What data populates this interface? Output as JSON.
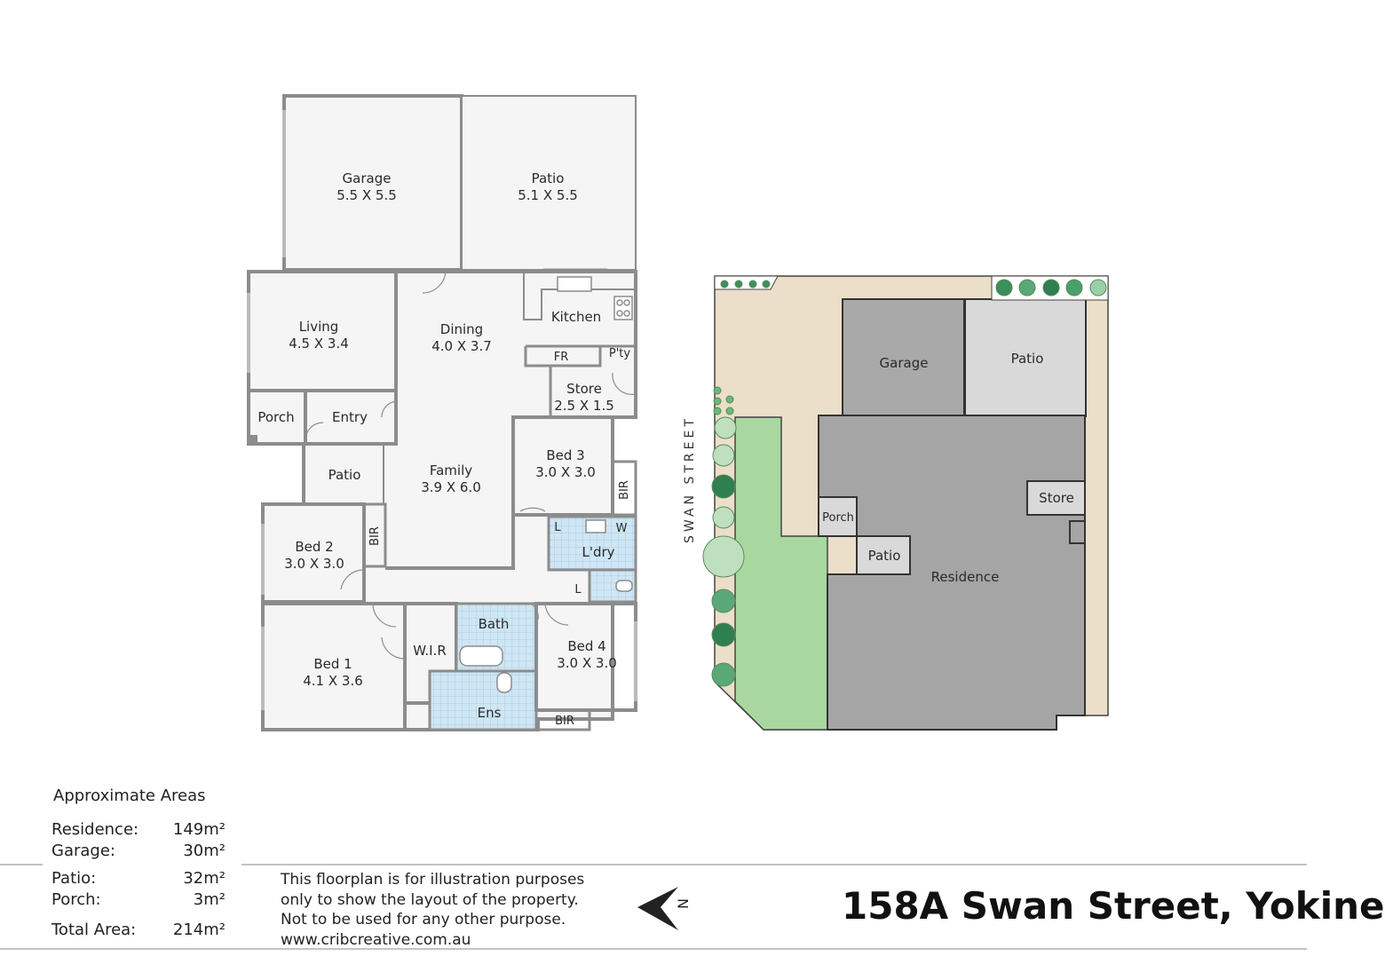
{
  "rooms": {
    "garage": {
      "name": "Garage",
      "dims": "5.5 X 5.5"
    },
    "patio_rear": {
      "name": "Patio",
      "dims": "5.1 X 5.5"
    },
    "living": {
      "name": "Living",
      "dims": "4.5 X 3.4"
    },
    "dining": {
      "name": "Dining",
      "dims": "4.0 X 3.7"
    },
    "kitchen": {
      "name": "Kitchen"
    },
    "fr": {
      "name": "FR"
    },
    "pantry": {
      "name": "P'ty"
    },
    "store": {
      "name": "Store",
      "dims": "2.5 X 1.5"
    },
    "porch": {
      "name": "Porch"
    },
    "entry": {
      "name": "Entry"
    },
    "patio_front": {
      "name": "Patio"
    },
    "family": {
      "name": "Family",
      "dims": "3.9 X 6.0"
    },
    "bed3": {
      "name": "Bed 3",
      "dims": "3.0 X 3.0"
    },
    "bir3": {
      "name": "BIR"
    },
    "bed2": {
      "name": "Bed 2",
      "dims": "3.0 X 3.0"
    },
    "bir2": {
      "name": "BIR"
    },
    "laundry": {
      "name": "L'dry"
    },
    "l1": {
      "name": "L"
    },
    "w": {
      "name": "W"
    },
    "l2": {
      "name": "L"
    },
    "bed1": {
      "name": "Bed 1",
      "dims": "4.1 X 3.6"
    },
    "wir": {
      "name": "W.I.R"
    },
    "bath": {
      "name": "Bath"
    },
    "ens": {
      "name": "Ens"
    },
    "bed4": {
      "name": "Bed 4",
      "dims": "3.0 X 3.0"
    },
    "bir4": {
      "name": "BIR"
    }
  },
  "site": {
    "garage": "Garage",
    "patio": "Patio",
    "store": "Store",
    "porch": "Porch",
    "patio_front": "Patio",
    "residence": "Residence",
    "street": "SWAN STREET"
  },
  "areas": {
    "title": "Approximate Areas",
    "rows": [
      {
        "label": "Residence:",
        "value": "149m²"
      },
      {
        "label": "Garage:",
        "value": "30m²"
      },
      {
        "label": "Patio:",
        "value": "32m²"
      },
      {
        "label": "Porch:",
        "value": "3m²"
      },
      {
        "label": "Total Area:",
        "value": "214m²"
      }
    ]
  },
  "disclaimer": [
    "This floorplan is for illustration purposes",
    "only to show the layout of the property.",
    "Not to be used for any other purpose.",
    "www.cribcreative.com.au"
  ],
  "north_label": "N",
  "address": "158A Swan Street, Yokine",
  "colors": {
    "wall": "#8c8c8c",
    "floor": "#f5f5f5",
    "wet": "#cfe6f4",
    "residence": "#a5a5a5",
    "garage_site": "#a9a9a9",
    "patio_site": "#d9d9d9",
    "lawn": "#a8d8a0",
    "paving": "#ebdfca"
  }
}
